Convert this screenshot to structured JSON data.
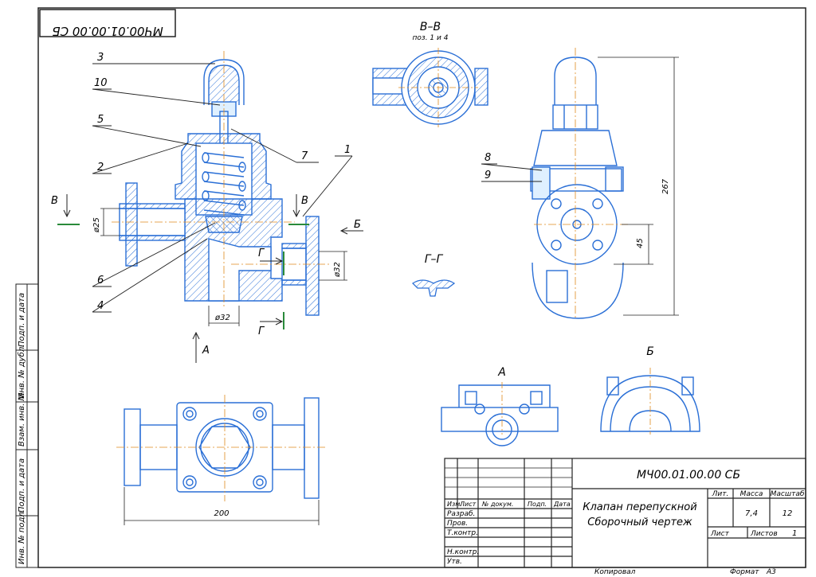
{
  "stamp_code": "МЧ00.01.00.00 СБ",
  "section_titles": {
    "bb": "В–В",
    "bb_sub": "поз. 1 и 4",
    "gg": "Г–Г",
    "view_a": "А",
    "view_b": "Б"
  },
  "leaders": [
    "3",
    "10",
    "5",
    "2",
    "6",
    "4",
    "7",
    "1",
    "8",
    "9"
  ],
  "section_marks": {
    "v_left": "В",
    "v_right": "В",
    "b": "Б",
    "g_top": "Г",
    "g_bottom": "Г",
    "a": "А"
  },
  "dimensions": {
    "d25": "ø25",
    "d32_bottom": "ø32",
    "d32_right": "ø32",
    "h267": "267",
    "h45": "45",
    "w200": "200"
  },
  "side_stamp": [
    "Инв. № подл.",
    "Подп. и дата",
    "Взам. инв. №",
    "Инв. № дубл.",
    "Подп. и дата"
  ],
  "title_block": {
    "doc_code": "МЧ00.01.00.00 СБ",
    "name_line1": "Клапан перепускной",
    "name_line2": "Сборочный чертеж",
    "col_headers": [
      "Изм.",
      "Лист",
      "№ докум.",
      "Подп.",
      "Дата"
    ],
    "rows": [
      "Разраб.",
      "Пров.",
      "Т.контр.",
      "",
      "Н.контр.",
      "Утв."
    ],
    "lit_label": "Лит.",
    "mass_label": "Масса",
    "scale_label": "Масштаб",
    "mass_value": "7,4",
    "scale_value": "12",
    "sheet_label": "Лист",
    "sheets_label": "Листов",
    "sheets_value": "1",
    "copied_label": "Копировал",
    "format_label": "Формат",
    "format_value": "А3"
  }
}
